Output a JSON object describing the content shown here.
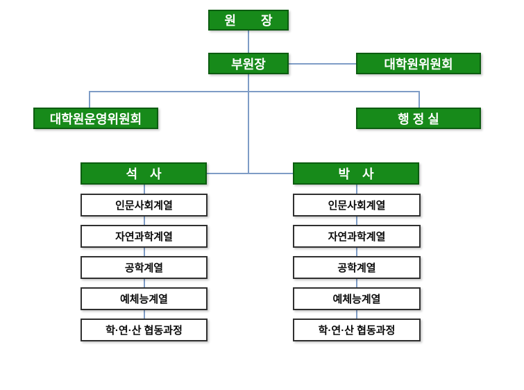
{
  "colors": {
    "background": "#FFFFFF",
    "box_green": "#178A1A",
    "box_green_border": "#0C5C10",
    "connector_blue": "#7E9CC6",
    "track_box_border": "#2F2F2F"
  },
  "org_chart": {
    "director": "원　　장",
    "vice_director": "부원장",
    "graduate_committee": "대학원위원회",
    "operations_committee": "대학원운영위원회",
    "admin_office": "행 정 실",
    "masters": "석　사",
    "doctoral": "박　사",
    "masters_tracks": [
      "인문사회계열",
      "자연과학계열",
      "공학계열",
      "예체능계열",
      "학·연·산 협동과정"
    ],
    "doctoral_tracks": [
      "인문사회계열",
      "자연과학계열",
      "공학계열",
      "예체능계열",
      "학·연·산 협동과정"
    ]
  }
}
